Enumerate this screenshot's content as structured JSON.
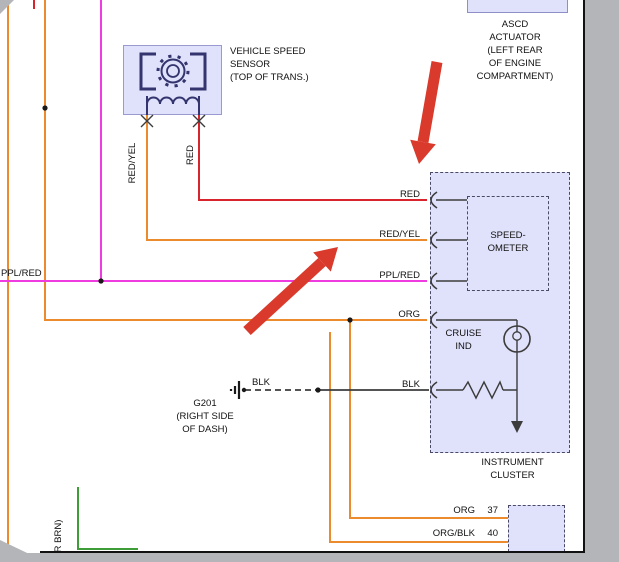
{
  "colors": {
    "wire_red": "#d8242c",
    "wire_orange": "#ec8a2e",
    "wire_magenta": "#ee3ce0",
    "wire_black": "#3c3c3c",
    "wire_green": "#3f9d38",
    "symbol_navy": "#34346e",
    "panel_fill": "#e0e1fa",
    "arrow_red": "#d93a2c"
  },
  "sensor": {
    "label_lines": [
      "VEHICLE SPEED",
      "SENSOR",
      "(TOP OF TRANS.)"
    ],
    "wire_left": "RED/YEL",
    "wire_right": "RED"
  },
  "ascd": {
    "label_lines": [
      "ASCD",
      "ACTUATOR",
      "(LEFT REAR",
      "OF ENGINE",
      "COMPARTMENT)"
    ]
  },
  "cluster": {
    "speedometer_lines": [
      "SPEED-",
      "OMETER"
    ],
    "cruise_lines": [
      "CRUISE",
      "IND"
    ],
    "caption_lines": [
      "INSTRUMENT",
      "CLUSTER"
    ]
  },
  "wire_labels": {
    "red": "RED",
    "red_yel": "RED/YEL",
    "ppl_red": "PPL/RED",
    "org": "ORG",
    "blk": "BLK",
    "left_ppl_red": "PPL/RED",
    "ground_blk": "BLK",
    "bottom_left_partial": "R BRN)"
  },
  "ground": {
    "id": "G201",
    "location_lines": [
      "(RIGHT SIDE",
      "OF DASH)"
    ]
  },
  "bottom_pins": [
    {
      "label": "ORG",
      "pin": "37"
    },
    {
      "label": "ORG/BLK",
      "pin": "40"
    }
  ],
  "annotations": {
    "arrow_1": "red-callout-arrow-down",
    "arrow_2": "red-callout-arrow-up-right"
  }
}
